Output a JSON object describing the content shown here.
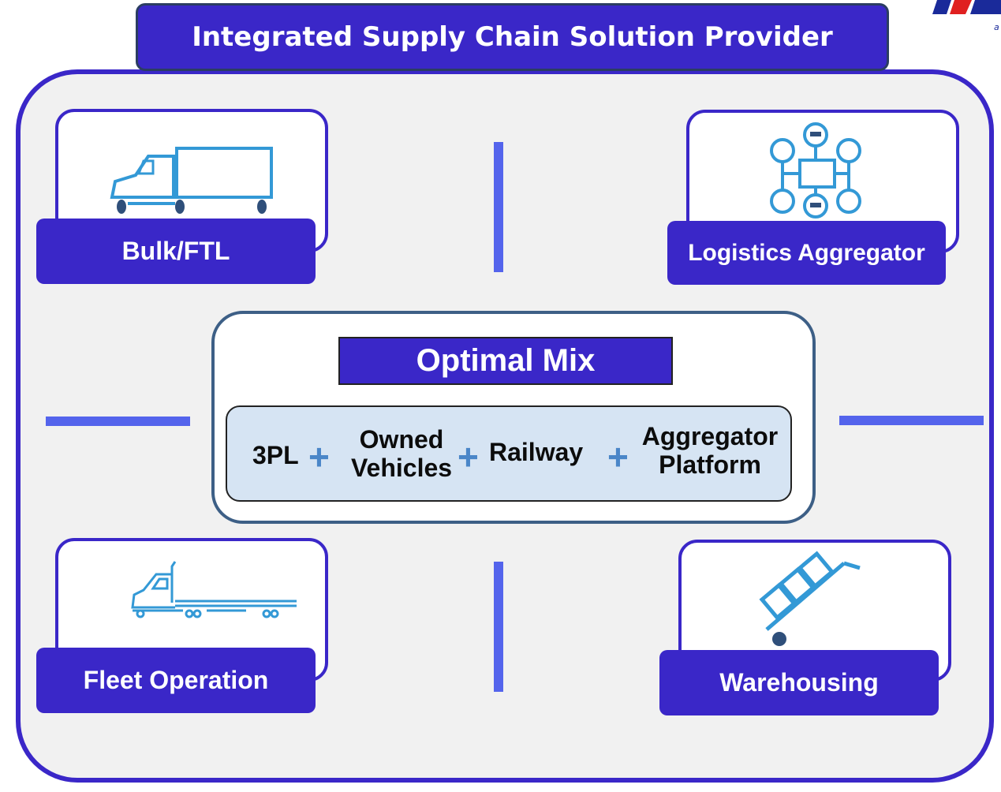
{
  "title": "Integrated Supply Chain Solution Provider",
  "logo": {
    "icon": "company-logo-icon",
    "colors": [
      "#1a2a9a",
      "#e02020"
    ]
  },
  "services": {
    "bulk_ftl": {
      "label": "Bulk/FTL",
      "icon": "box-truck-icon"
    },
    "logistics_aggregator": {
      "label": "Logistics Aggregator",
      "icon": "network-hub-icon"
    },
    "fleet_operation": {
      "label": "Fleet Operation",
      "icon": "flatbed-truck-icon"
    },
    "warehousing": {
      "label": "Warehousing",
      "icon": "hand-trolley-icon"
    }
  },
  "optimal_mix": {
    "title": "Optimal Mix",
    "items": {
      "three_pl": "3PL",
      "owned_line1": "Owned",
      "owned_line2": "Vehicles",
      "railway": "Railway",
      "aggregator_line1": "Aggregator",
      "aggregator_line2": "Platform"
    },
    "plus_symbol": "+"
  },
  "colors": {
    "primary": "#3a27c8",
    "divider": "#5464ec",
    "icon_stroke": "#3399d6",
    "mix_background": "#d6e4f3",
    "plus": "#4a86c8"
  }
}
